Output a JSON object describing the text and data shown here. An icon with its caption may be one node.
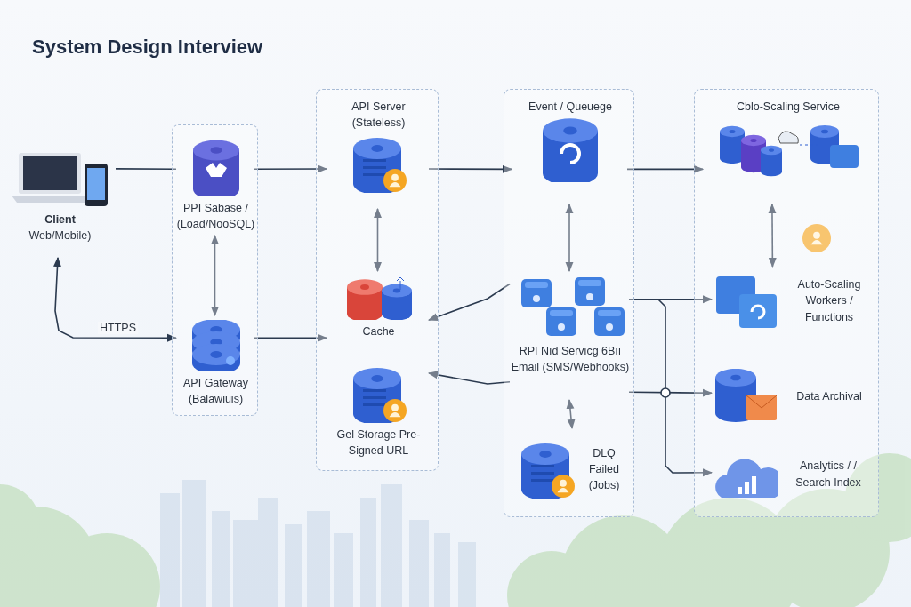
{
  "diagram": {
    "title": "System Design Interview",
    "nodes": [
      {
        "text": [
          "Client",
          "Web/Mobile)"
        ]
      },
      {
        "text": [],
        "shape": "box"
      },
      {
        "text": [
          "PPI Sabase / (Load/NooSQL)"
        ],
        "in": 1
      },
      {
        "text": [
          "API Gateway (Balawiuis)"
        ],
        "in": 1
      },
      {
        "text": [],
        "shape": "box"
      },
      {
        "text": [
          "API Server (Stateless)"
        ],
        "in": 4
      },
      {
        "text": [
          "Cache"
        ],
        "in": 4
      },
      {
        "text": [
          "Gel Storage Pre-Signed URL"
        ],
        "in": 4
      },
      {
        "text": [],
        "shape": "box"
      },
      {
        "text": [
          "Event / Queuege"
        ],
        "in": 8
      },
      {
        "text": [
          "RPI Nıd Servicg 6Bıı Email (SMS/Webhooks)"
        ],
        "in": 8
      },
      {
        "text": [
          "DLQ Failed (Jobs)"
        ],
        "in": 8
      },
      {
        "text": [],
        "shape": "box"
      },
      {
        "text": [
          "Cblo-Scaling Service"
        ],
        "in": 12
      },
      {
        "text": [
          "Auto-Scaling Workers / Functions"
        ],
        "in": 12
      },
      {
        "text": [
          "Data Archival"
        ],
        "in": 12
      },
      {
        "text": [
          "Analytics / / Search Index"
        ],
        "in": 12
      }
    ],
    "edges": [
      {
        "from": 0,
        "to": 2,
        "arrow": "none"
      },
      {
        "from": 0,
        "to": 3,
        "arrow": "both",
        "label": "HTTPS"
      },
      {
        "from": 2,
        "to": 3,
        "arrow": "both"
      },
      {
        "from": 2,
        "to": 5,
        "arrow": "to"
      },
      {
        "from": 3,
        "to": 6,
        "arrow": "to"
      },
      {
        "from": 5,
        "to": 6,
        "arrow": "both"
      },
      {
        "from": 5,
        "to": 9,
        "arrow": "to"
      },
      {
        "from": 9,
        "to": 13,
        "arrow": "to"
      },
      {
        "from": 9,
        "to": 10,
        "arrow": "both"
      },
      {
        "from": 10,
        "to": 6,
        "arrow": "to"
      },
      {
        "from": 10,
        "to": 7,
        "arrow": "to"
      },
      {
        "from": 10,
        "to": 11,
        "arrow": "both"
      },
      {
        "from": 10,
        "to": 14,
        "arrow": "to"
      },
      {
        "from": 10,
        "to": 15,
        "arrow": "to"
      },
      {
        "from": 10,
        "to": 16,
        "arrow": "to"
      },
      {
        "from": 13,
        "to": 14,
        "arrow": "both"
      }
    ]
  }
}
